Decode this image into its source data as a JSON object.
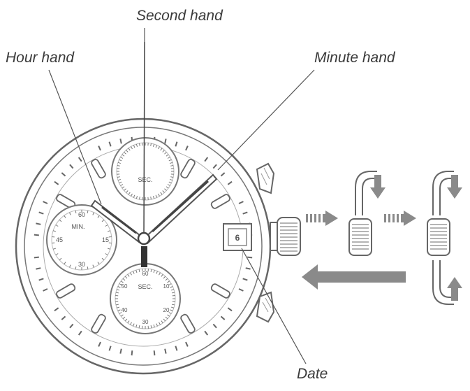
{
  "labels": {
    "second_hand": "Second hand",
    "hour_hand": "Hour hand",
    "minute_hand": "Minute hand",
    "date": "Date"
  },
  "dial": {
    "left_subdial": {
      "label": "MIN.",
      "numbers": [
        "60",
        "15",
        "30",
        "45"
      ]
    },
    "top_subdial": {
      "label": "SEC."
    },
    "bottom_subdial": {
      "label": "SEC.",
      "numbers": [
        "60",
        "10",
        "20",
        "30",
        "40",
        "50"
      ]
    },
    "date_value": "6"
  },
  "colors": {
    "line": "#555555",
    "arrow_fill": "#8a8a8a"
  }
}
